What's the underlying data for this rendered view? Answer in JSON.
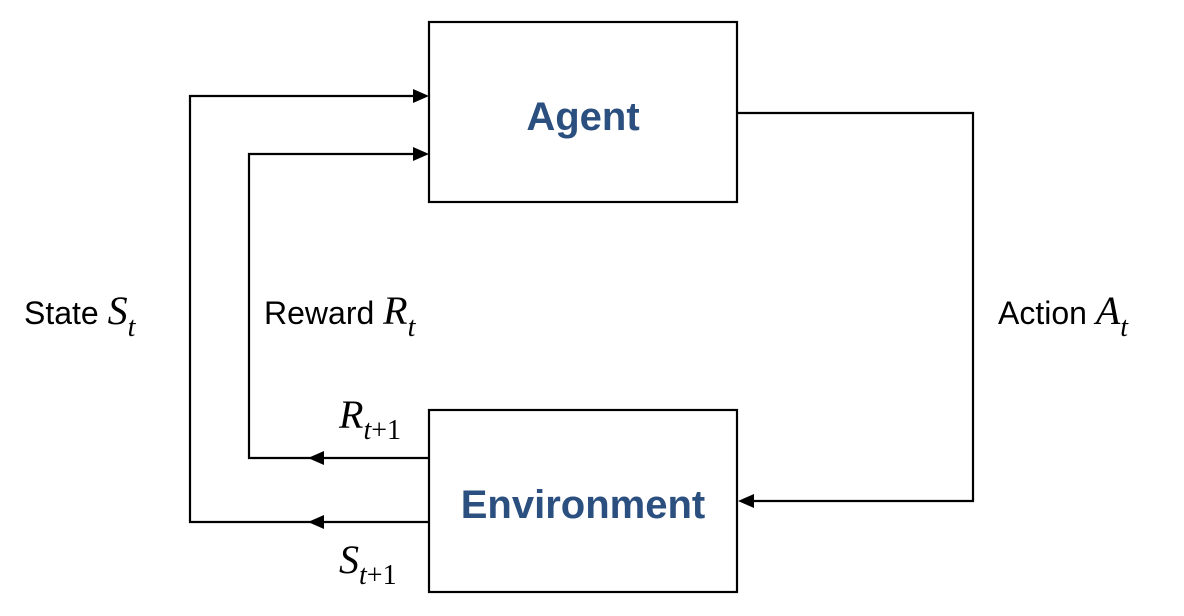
{
  "colors": {
    "box_label": "#2b4f7f",
    "stroke": "#000000"
  },
  "agent": {
    "label": "Agent"
  },
  "environment": {
    "label": "Environment"
  },
  "edges": {
    "state": {
      "prefix": "State ",
      "symbol": "S",
      "sub": "t"
    },
    "reward": {
      "prefix": "Reward ",
      "symbol": "R",
      "sub": "t"
    },
    "action": {
      "prefix": "Action ",
      "symbol": "A",
      "sub": "t"
    },
    "next_reward": {
      "symbol": "R",
      "sub_var": "t",
      "sub_rest": "+1"
    },
    "next_state": {
      "symbol": "S",
      "sub_var": "t",
      "sub_rest": "+1"
    }
  }
}
